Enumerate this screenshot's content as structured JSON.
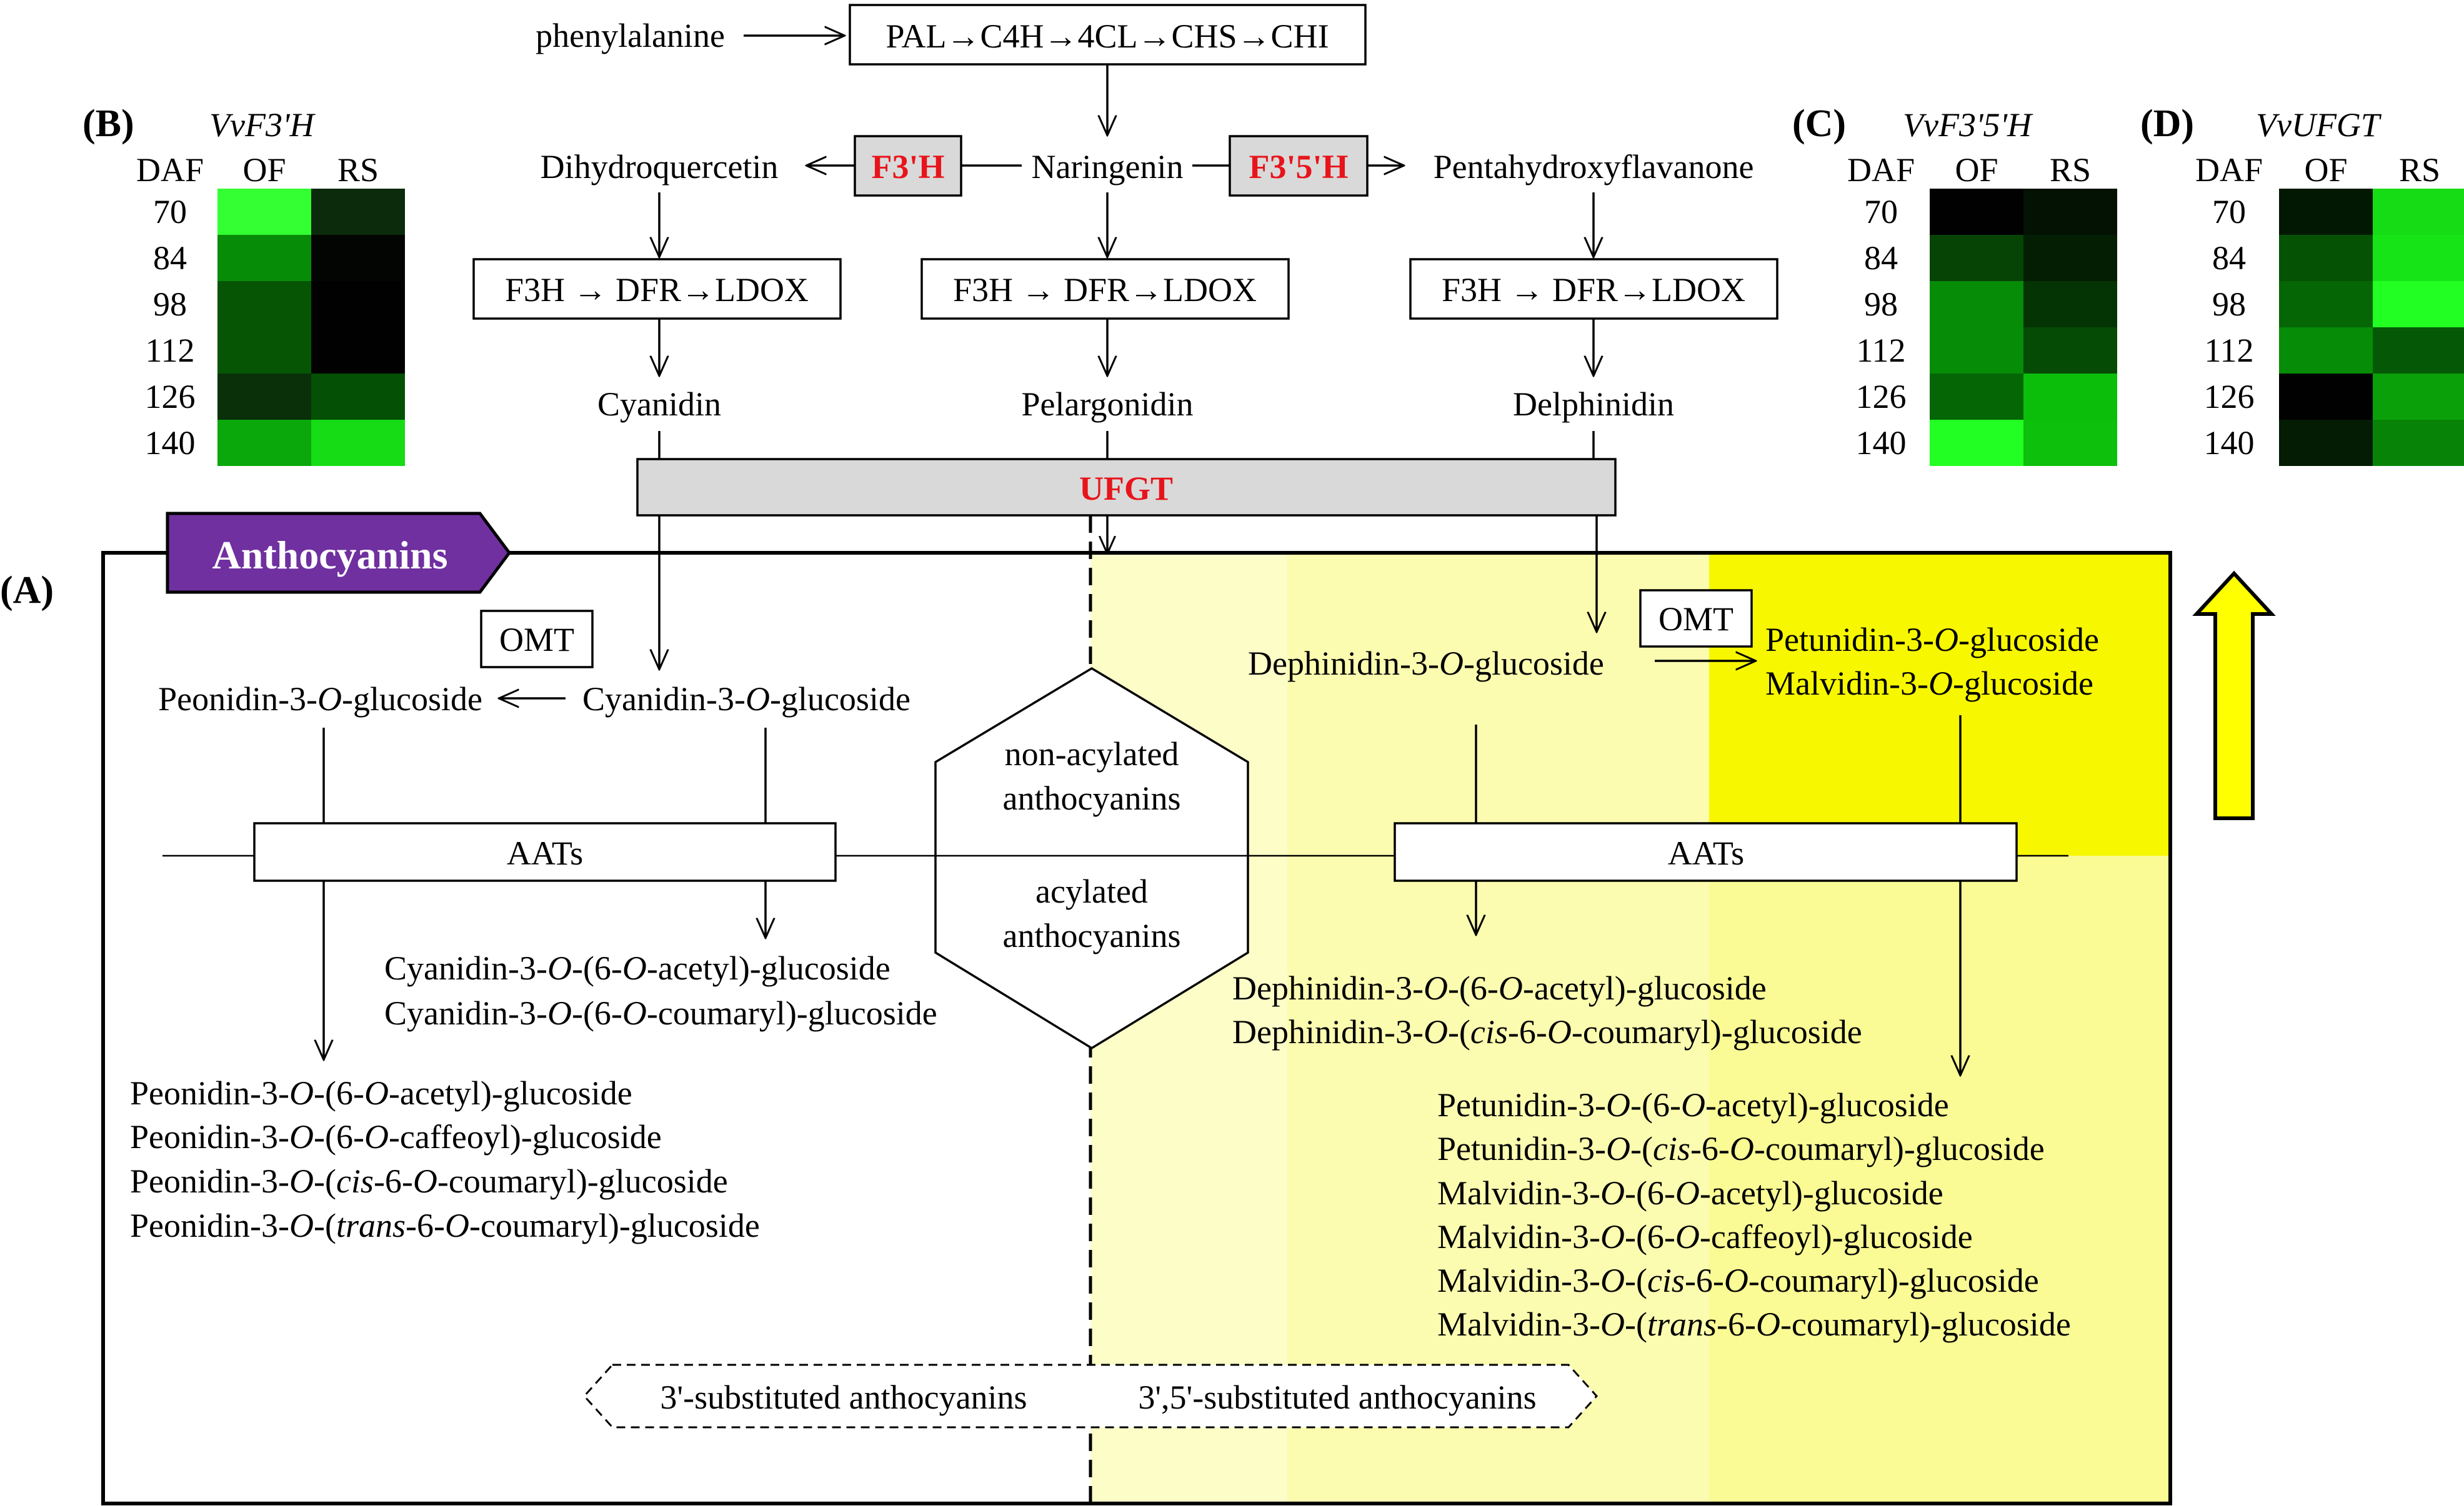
{
  "precursor": {
    "label": "phenylalanine",
    "enzymes": "PAL→C4H→4CL→CHS→CHI"
  },
  "middle": {
    "naringenin": "Naringenin",
    "f3h_enzyme": "F3'H",
    "f35h_enzyme": "F3'5'H",
    "dihydroquercetin": "Dihydroquercetin",
    "pentahydroxyflavanone": "Pentahydroxyflavanone",
    "enzyme_chain": "F3H → DFR→LDOX",
    "cyanidin": "Cyanidin",
    "pelargonidin": "Pelargonidin",
    "delphinidin": "Delphinidin",
    "ufgt": "UFGT"
  },
  "panel_a": {
    "label": "(A)",
    "tag": "Anthocyanins",
    "omt": "OMT",
    "aats": "AATs",
    "peonidin_glc": [
      "Peonidin-3-",
      "O",
      "-glucoside"
    ],
    "cyanidin_glc": [
      "Cyanidin-3-",
      "O",
      "-glucoside"
    ],
    "dephinidin_glc": [
      "Dephinidin-3-",
      "O",
      "-glucoside"
    ],
    "petunidin_glc": [
      "Petunidin-3-",
      "O",
      "-glucoside"
    ],
    "malvidin_glc": [
      "Malvidin-3-",
      "O",
      "-glucoside"
    ],
    "non_acylated": [
      "non-acylated",
      "anthocyanins"
    ],
    "acylated": [
      "acylated",
      "anthocyanins"
    ],
    "cyanidin_acyl": [
      [
        "Cyanidin-3-",
        "O",
        "-(6-",
        "O",
        "-acetyl)-glucoside"
      ],
      [
        "Cyanidin-3-",
        "O",
        "-(6-",
        "O",
        "-coumaryl)-glucoside"
      ]
    ],
    "peonidin_acyl": [
      [
        "Peonidin-3-",
        "O",
        "-(6-",
        "O",
        "-acetyl)-glucoside"
      ],
      [
        "Peonidin-3-",
        "O",
        "-(6-",
        "O",
        "-caffeoyl)-glucoside"
      ],
      [
        "Peonidin-3-",
        "O",
        "-(",
        "cis",
        "-6-",
        "O",
        "-coumaryl)-glucoside"
      ],
      [
        "Peonidin-3-",
        "O",
        "-(",
        "trans",
        "-6-",
        "O",
        "-coumaryl)-glucoside"
      ]
    ],
    "dephinidin_acyl": [
      [
        "Dephinidin-3-",
        "O",
        "-(6-",
        "O",
        "-acetyl)-glucoside"
      ],
      [
        "Dephinidin-3-",
        "O",
        "-(",
        "cis",
        "-6-",
        "O",
        "-coumaryl)-glucoside"
      ]
    ],
    "petmal_acyl": [
      [
        "Petunidin-3-",
        "O",
        "-(6-",
        "O",
        "-acetyl)-glucoside"
      ],
      [
        "Petunidin-3-",
        "O",
        "-(",
        "cis",
        "-6-",
        "O",
        "-coumaryl)-glucoside"
      ],
      [
        "Malvidin-3-",
        "O",
        "-(6-",
        "O",
        "-acetyl)-glucoside"
      ],
      [
        "Malvidin-3-",
        "O",
        "-(6-",
        "O",
        "-caffeoyl)-glucoside"
      ],
      [
        "Malvidin-3-",
        "O",
        "-(",
        "cis",
        "-6-",
        "O",
        "-coumaryl)-glucoside"
      ],
      [
        "Malvidin-3-",
        "O",
        "-(",
        "trans",
        "-6-",
        "O",
        "-coumaryl)-glucoside"
      ]
    ],
    "sub_3": "3'-substituted anthocyanins",
    "sub_35": "3',5'-substituted anthocyanins"
  },
  "heatmaps": [
    {
      "label": "(B)",
      "gene": "VvF3'H",
      "col_header": "DAF",
      "columns": [
        "OF",
        "RS"
      ],
      "rows": [
        "70",
        "84",
        "98",
        "112",
        "126",
        "140"
      ],
      "colors": [
        [
          "#33ff33",
          "#0c2a0c"
        ],
        [
          "#078c07",
          "#020502"
        ],
        [
          "#055505",
          "#010101"
        ],
        [
          "#055505",
          "#010101"
        ],
        [
          "#0a300a",
          "#045004"
        ],
        [
          "#0ba80b",
          "#15dc15"
        ]
      ]
    },
    {
      "label": "(C)",
      "gene": "VvF3'5'H",
      "col_header": "DAF",
      "columns": [
        "OF",
        "RS"
      ],
      "rows": [
        "70",
        "84",
        "98",
        "112",
        "126",
        "140"
      ],
      "colors": [
        [
          "#010101",
          "#041204"
        ],
        [
          "#054405",
          "#041e04"
        ],
        [
          "#078c07",
          "#043404"
        ],
        [
          "#078c07",
          "#054a05"
        ],
        [
          "#056605",
          "#0abe0a"
        ],
        [
          "#22ff22",
          "#0cc00c"
        ]
      ]
    },
    {
      "label": "(D)",
      "gene": "VvUFGT",
      "col_header": "DAF",
      "columns": [
        "OF",
        "RS"
      ],
      "rows": [
        "70",
        "84",
        "98",
        "112",
        "126",
        "140"
      ],
      "colors": [
        [
          "#031803",
          "#16dc16"
        ],
        [
          "#055205",
          "#16e416"
        ],
        [
          "#056605",
          "#22ff22"
        ],
        [
          "#078c07",
          "#055805"
        ],
        [
          "#010101",
          "#0aa00a"
        ],
        [
          "#031c03",
          "#078407"
        ]
      ]
    }
  ]
}
